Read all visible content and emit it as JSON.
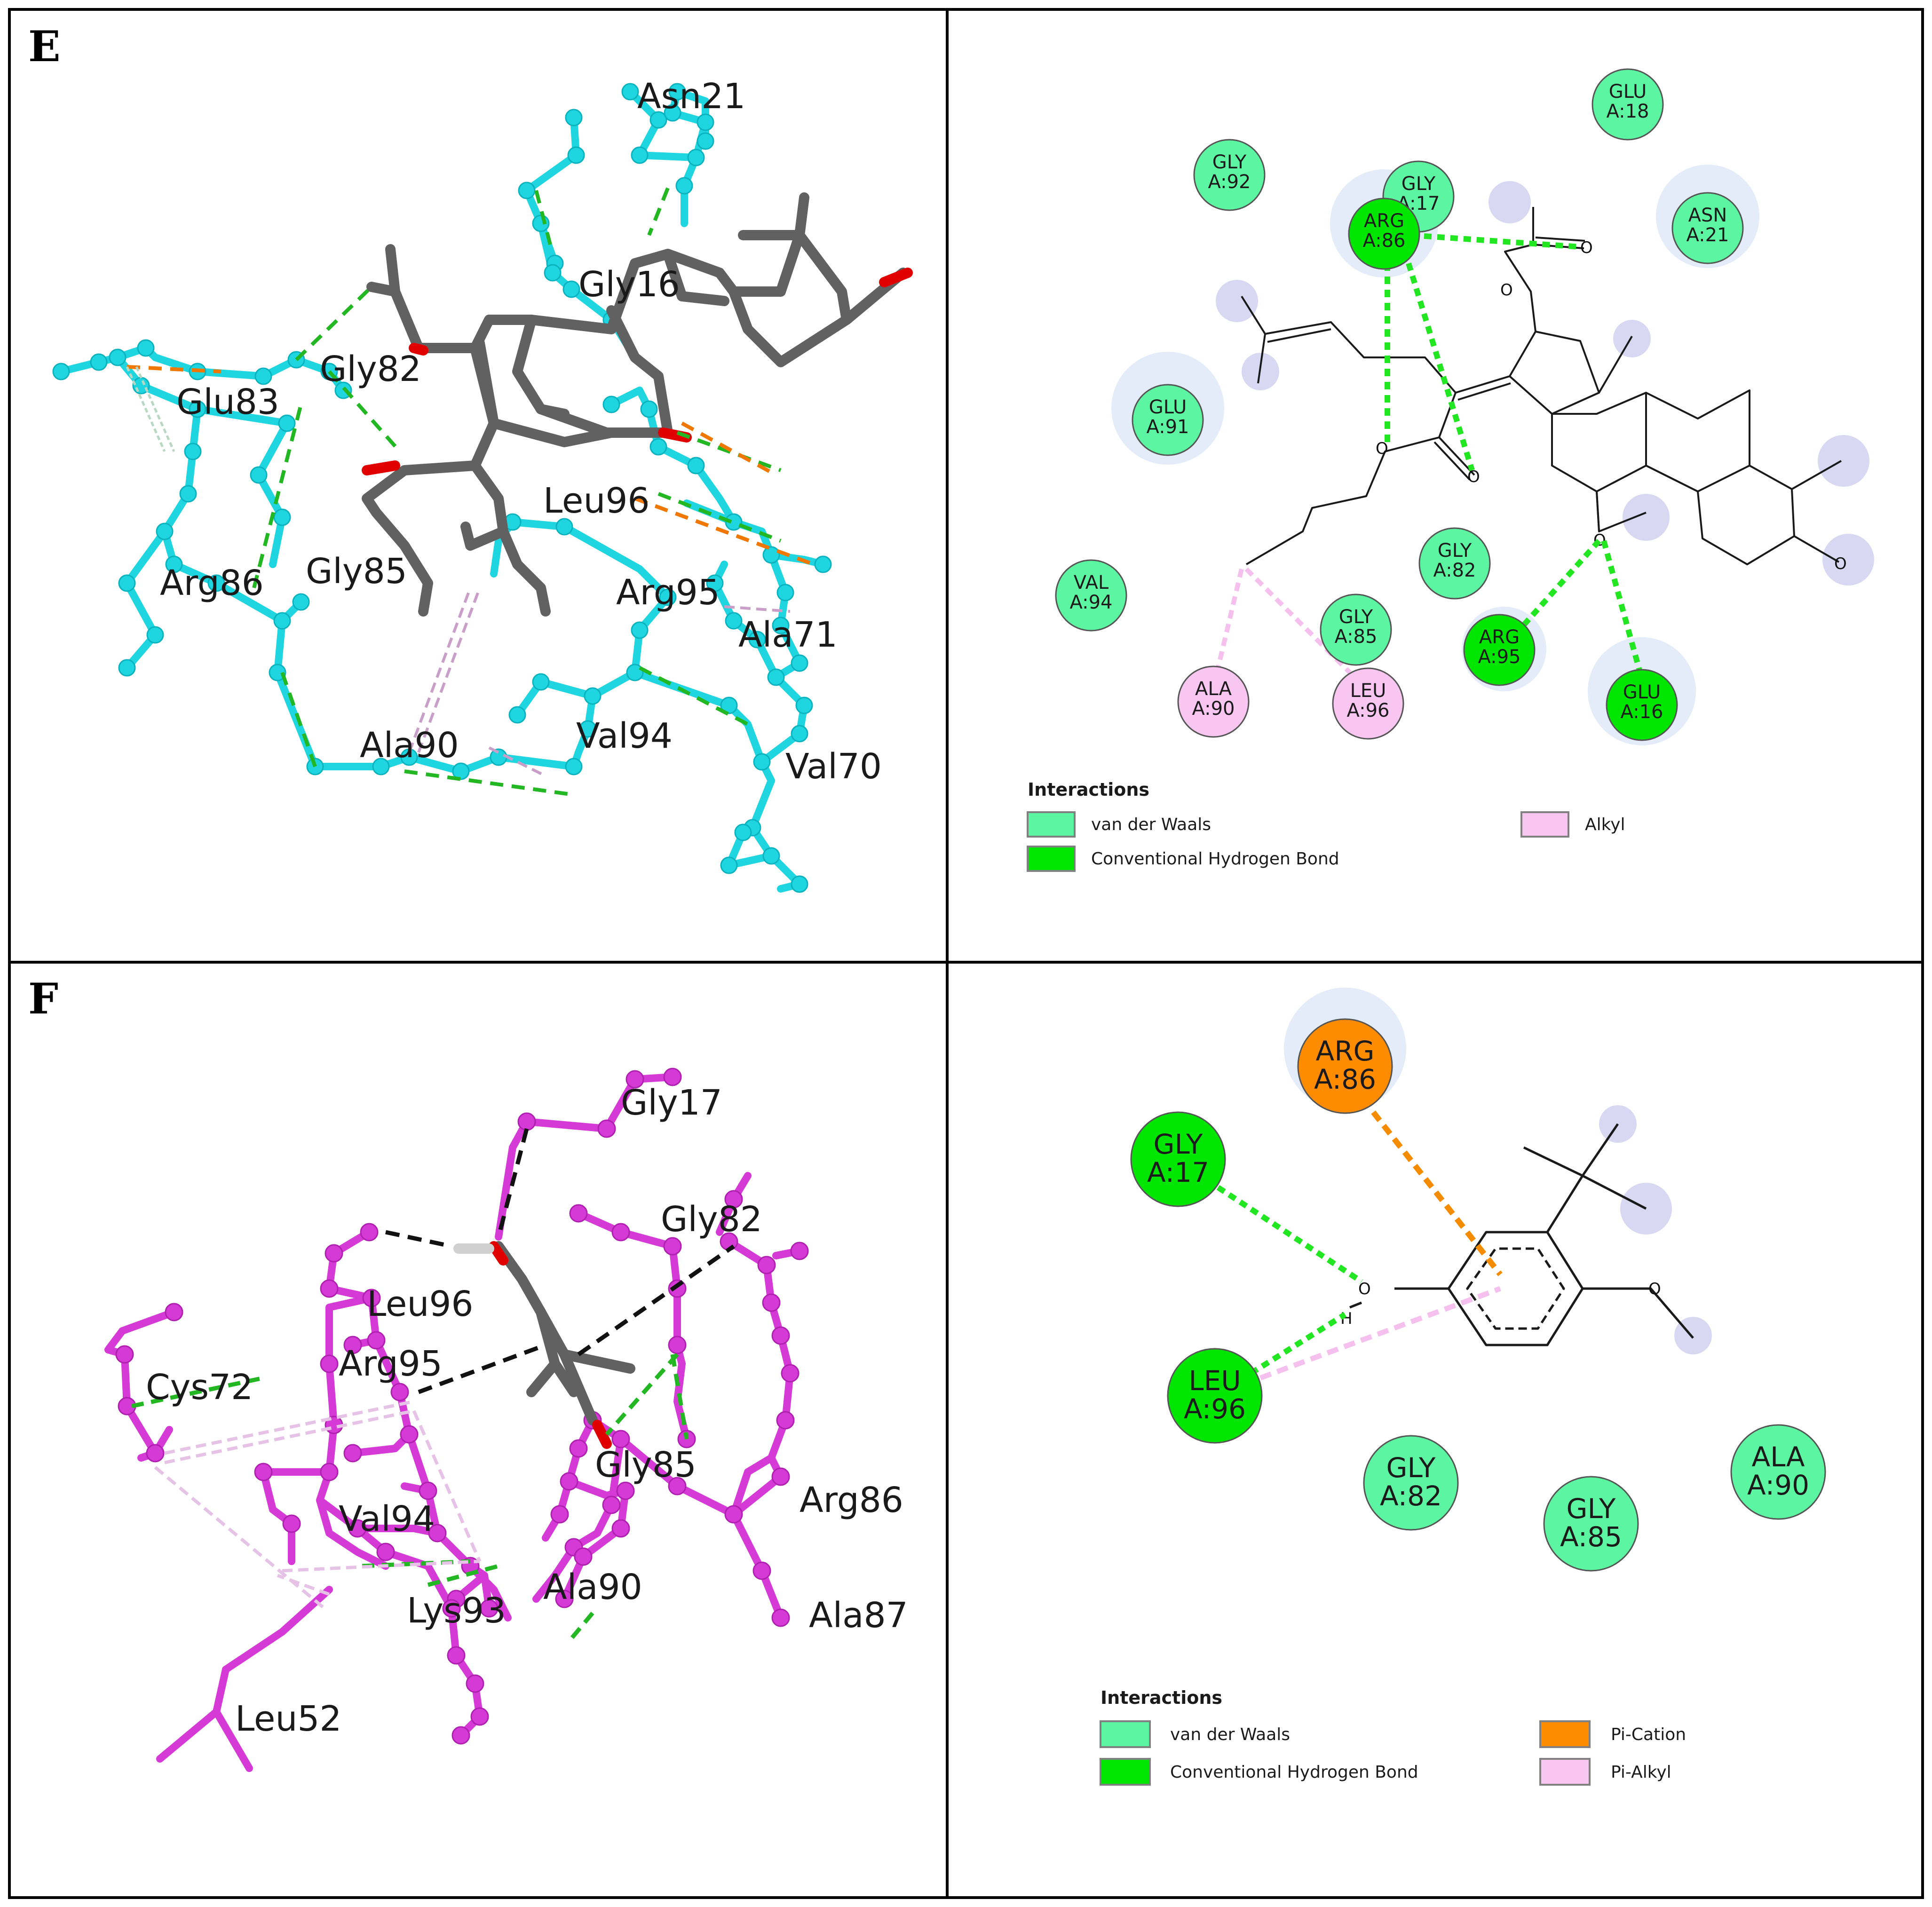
{
  "panels": {
    "E": {
      "letter": "E",
      "residues_3d": [
        "Asn21",
        "Gly16",
        "Gly82",
        "Glu83",
        "Leu96",
        "Arg86",
        "Gly85",
        "Arg95",
        "Ala71",
        "Ala90",
        "Val94",
        "Val70"
      ],
      "residues_2d": [
        {
          "line1": "GLU",
          "line2": "A:18",
          "type": "vdw"
        },
        {
          "line1": "GLY",
          "line2": "A:92",
          "type": "vdw"
        },
        {
          "line1": "GLY",
          "line2": "A:17",
          "type": "vdw"
        },
        {
          "line1": "ARG",
          "line2": "A:86",
          "type": "hbond"
        },
        {
          "line1": "ASN",
          "line2": "A:21",
          "type": "vdw"
        },
        {
          "line1": "GLU",
          "line2": "A:91",
          "type": "vdw"
        },
        {
          "line1": "GLY",
          "line2": "A:82",
          "type": "vdw"
        },
        {
          "line1": "VAL",
          "line2": "A:94",
          "type": "vdw"
        },
        {
          "line1": "GLY",
          "line2": "A:85",
          "type": "vdw"
        },
        {
          "line1": "ARG",
          "line2": "A:95",
          "type": "hbond"
        },
        {
          "line1": "ALA",
          "line2": "A:90",
          "type": "alkyl"
        },
        {
          "line1": "LEU",
          "line2": "A:96",
          "type": "alkyl"
        },
        {
          "line1": "GLU",
          "line2": "A:16",
          "type": "hbond"
        }
      ],
      "atom_labels": [
        "O",
        "O",
        "O",
        "O",
        "O",
        "O"
      ],
      "legend": {
        "title": "Interactions",
        "items": [
          {
            "label": "van der Waals",
            "color": "#5cf5a1"
          },
          {
            "label": "Conventional Hydrogen Bond",
            "color": "#00e600"
          },
          {
            "label": "Alkyl",
            "color": "#f8c6f1"
          }
        ]
      }
    },
    "F": {
      "letter": "F",
      "residues_3d": [
        "Gly17",
        "Gly82",
        "Leu96",
        "Arg95",
        "Cys72",
        "Gly85",
        "Arg86",
        "Val94",
        "Ala90",
        "Lys93",
        "Ala87",
        "Leu52"
      ],
      "residues_2d": [
        {
          "line1": "ARG",
          "line2": "A:86",
          "type": "pication"
        },
        {
          "line1": "GLY",
          "line2": "A:17",
          "type": "hbond"
        },
        {
          "line1": "LEU",
          "line2": "A:96",
          "type": "hbond"
        },
        {
          "line1": "GLY",
          "line2": "A:82",
          "type": "vdw"
        },
        {
          "line1": "GLY",
          "line2": "A:85",
          "type": "vdw"
        },
        {
          "line1": "ALA",
          "line2": "A:90",
          "type": "vdw"
        }
      ],
      "atom_labels": [
        "O",
        "H",
        "O"
      ],
      "legend": {
        "title": "Interactions",
        "items": [
          {
            "label": "van der Waals",
            "color": "#5cf5a1"
          },
          {
            "label": "Conventional Hydrogen Bond",
            "color": "#00e600"
          },
          {
            "label": "Pi-Cation",
            "color": "#ff8c00"
          },
          {
            "label": "Pi-Alkyl",
            "color": "#f8c6f1"
          }
        ]
      }
    }
  },
  "colors": {
    "vdw": "#5cf5a1",
    "hbond": "#00e600",
    "alkyl": "#f8c6f1",
    "pication": "#ff8c00",
    "cyan_stick": "#1fd6e0",
    "magenta_stick": "#d63ad6",
    "ligand_gray": "#616161",
    "oxygen_red": "#e00000"
  }
}
